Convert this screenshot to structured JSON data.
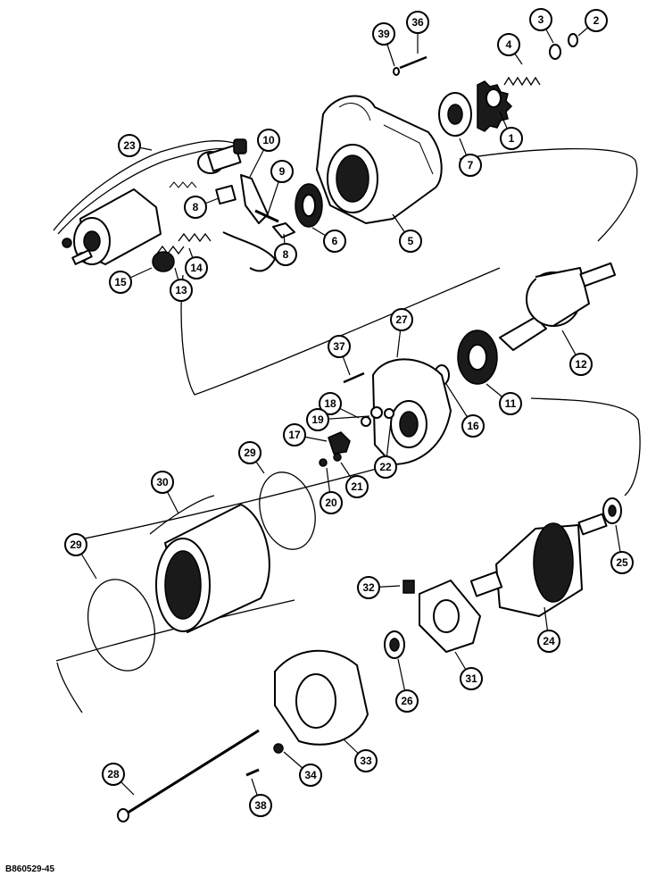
{
  "document": {
    "id": "B860529-45"
  },
  "callouts": [
    {
      "label": "1"
    },
    {
      "label": "2"
    },
    {
      "label": "3"
    },
    {
      "label": "4"
    },
    {
      "label": "5"
    },
    {
      "label": "6"
    },
    {
      "label": "7"
    },
    {
      "label": "8"
    },
    {
      "label": "8"
    },
    {
      "label": "9"
    },
    {
      "label": "10"
    },
    {
      "label": "11"
    },
    {
      "label": "12"
    },
    {
      "label": "13"
    },
    {
      "label": "14"
    },
    {
      "label": "15"
    },
    {
      "label": "16"
    },
    {
      "label": "17"
    },
    {
      "label": "18"
    },
    {
      "label": "19"
    },
    {
      "label": "20"
    },
    {
      "label": "21"
    },
    {
      "label": "22"
    },
    {
      "label": "23"
    },
    {
      "label": "24"
    },
    {
      "label": "25"
    },
    {
      "label": "26"
    },
    {
      "label": "27"
    },
    {
      "label": "28"
    },
    {
      "label": "29"
    },
    {
      "label": "29"
    },
    {
      "label": "30"
    },
    {
      "label": "31"
    },
    {
      "label": "32"
    },
    {
      "label": "33"
    },
    {
      "label": "34"
    },
    {
      "label": "36"
    },
    {
      "label": "37"
    },
    {
      "label": "38"
    },
    {
      "label": "39"
    }
  ]
}
